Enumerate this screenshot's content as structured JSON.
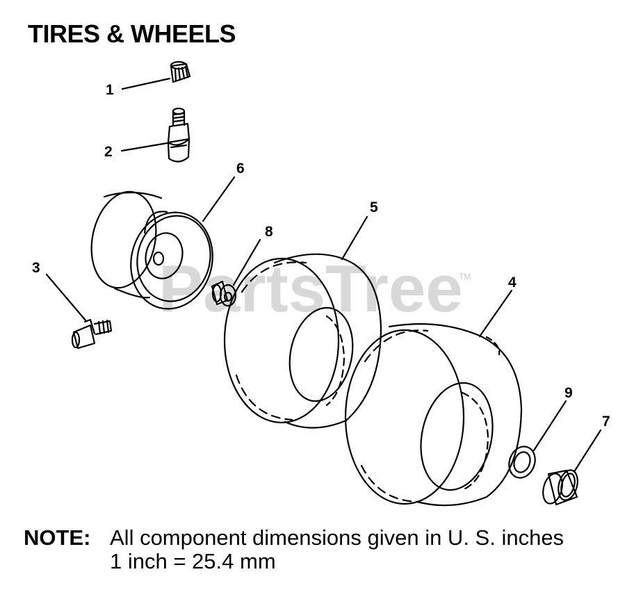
{
  "title": "TIRES & WHEELS",
  "watermark": {
    "text": "PartsTree",
    "tm": "TM"
  },
  "callouts": {
    "c1": "1",
    "c2": "2",
    "c3": "3",
    "c4": "4",
    "c5": "5",
    "c6": "6",
    "c7": "7",
    "c8": "8",
    "c9": "9"
  },
  "note": {
    "label": "NOTE:",
    "line1": "All component dimensions given in U. S. inches",
    "line2": "1 inch = 25.4 mm"
  }
}
